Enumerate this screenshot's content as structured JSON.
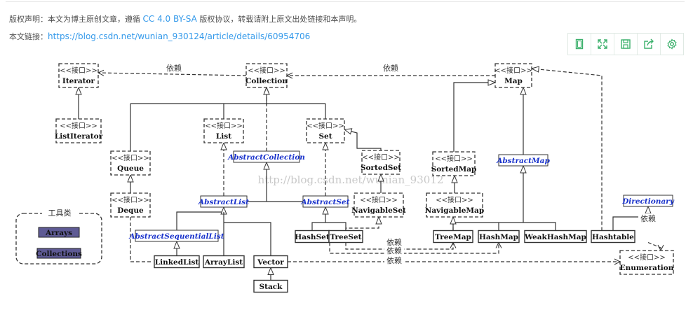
{
  "notice": {
    "prefix": "版权声明：本文为博主原创文章，遵循",
    "license_link": "CC 4.0 BY-SA",
    "suffix": "版权协议，转载请附上原文出处链接和本声明。"
  },
  "article_link": {
    "label": "本文链接：",
    "url": "https://blog.csdn.net/wunian_930124/article/details/60954706"
  },
  "toolbar": {
    "accent": "#3bb06b",
    "buttons": [
      {
        "icon": "fullscreen-doc-icon"
      },
      {
        "icon": "expand-icon"
      },
      {
        "icon": "save-icon"
      },
      {
        "icon": "share-icon"
      },
      {
        "icon": "gear-icon"
      }
    ]
  },
  "diagram": {
    "watermark": "http://blog.csdn.net/wunian_93012",
    "stereotype": "<<接口>>",
    "legend_title": "工具类",
    "depends_label": "依赖",
    "abstract_color": "#1a33cc",
    "utility_fill": "#5e5a94",
    "nodes": {
      "iterator": "Iterator",
      "collection": "Collection",
      "map": "Map",
      "listiterator": "ListIterator",
      "list": "List",
      "set": "Set",
      "abstractcollection": "AbstractCollection",
      "sortedset": "SortedSet",
      "sortedmap": "SortedMap",
      "abstractmap": "AbstractMap",
      "queue": "Queue",
      "deque": "Deque",
      "abstractlist": "AbstractList",
      "abstractset": "AbstractSet",
      "navigableset": "NavigableSet",
      "navigablemap": "NavigableMap",
      "dictionary": "Directionary",
      "abstractsequentiallist": "AbstractSequentialList",
      "hashset": "HashSet",
      "treeset": "TreeSet",
      "treemap": "TreeMap",
      "hashmap": "HashMap",
      "weakhashmap": "WeakHashMap",
      "hashtable": "Hashtable",
      "linkedlist": "LinkedList",
      "arraylist": "ArrayList",
      "vector": "Vector",
      "stack": "Stack",
      "enumeration": "Enumeration",
      "arrays": "Arrays",
      "collections": "Collections"
    }
  }
}
